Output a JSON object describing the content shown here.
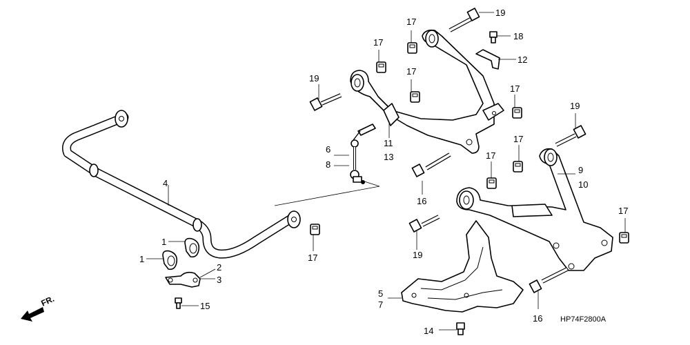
{
  "diagram_code": "HP74F2800A",
  "direction_label": "FR.",
  "callouts": {
    "c1a": "1",
    "c1b": "1",
    "c2": "2",
    "c3": "3",
    "c4": "4",
    "c5": "5",
    "c6": "6",
    "c7": "7",
    "c8": "8",
    "c9": "9",
    "c10": "10",
    "c11": "11",
    "c12": "12",
    "c13": "13",
    "c14": "14",
    "c15": "15",
    "c16a": "16",
    "c16b": "16",
    "c17a": "17",
    "c17b": "17",
    "c17c": "17",
    "c17d": "17",
    "c17e": "17",
    "c17f": "17",
    "c17g": "17",
    "c17h": "17",
    "c18": "18",
    "c19a": "19",
    "c19b": "19",
    "c19c": "19",
    "c19d": "19"
  }
}
